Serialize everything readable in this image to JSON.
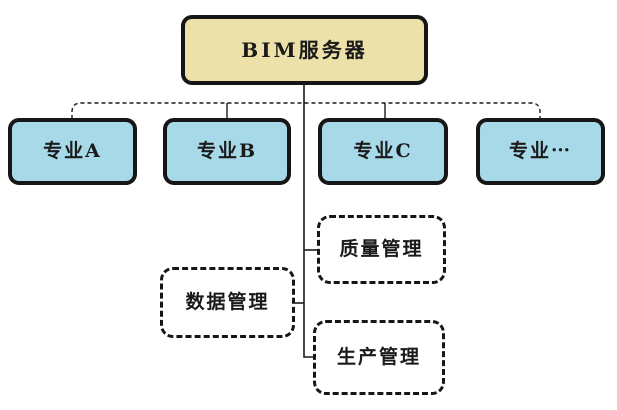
{
  "diagram": {
    "root": {
      "label": "BIM服务器"
    },
    "specialties": [
      {
        "label": "专业A"
      },
      {
        "label": "专业B"
      },
      {
        "label": "专业C"
      },
      {
        "label": "专业⋯"
      }
    ],
    "management": [
      {
        "label": "质量管理"
      },
      {
        "label": "数据管理"
      },
      {
        "label": "生产管理"
      }
    ],
    "colors": {
      "root_fill": "#ece1a9",
      "specialty_fill": "#a7d9e8",
      "box_border": "#161616",
      "line": "#1a1a1a",
      "background": "#ffffff"
    }
  }
}
